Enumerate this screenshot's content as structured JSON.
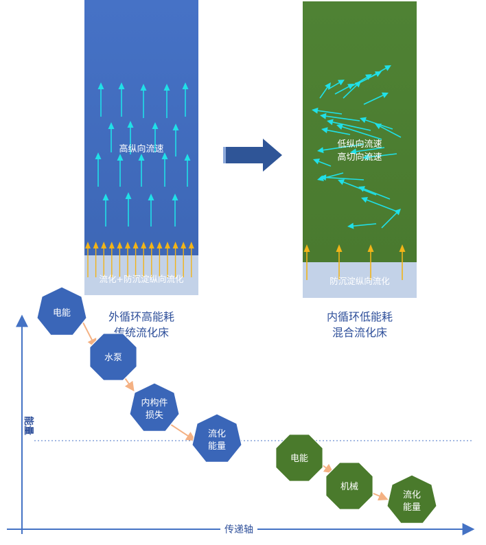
{
  "left_column": {
    "center_label": "高纵向流速",
    "base_label": "流化+防沉淀纵向流化",
    "caption_line1": "外循环高能耗",
    "caption_line2": "传统流化床"
  },
  "right_column": {
    "center_label_line1": "低纵向流速",
    "center_label_line2": "高切向流速",
    "base_label": "防沉淀纵向流化",
    "caption_line1": "内循环低能耗",
    "caption_line2": "混合流化床"
  },
  "energy_chart": {
    "y_axis_label": "能量",
    "x_axis_label": "传递轴",
    "blue_chain": [
      {
        "line1": "电能",
        "line2": ""
      },
      {
        "line1": "水泵",
        "line2": ""
      },
      {
        "line1": "内构件",
        "line2": "损失"
      },
      {
        "line1": "流化",
        "line2": "能量"
      }
    ],
    "green_chain": [
      {
        "line1": "电能",
        "line2": ""
      },
      {
        "line1": "机械",
        "line2": ""
      },
      {
        "line1": "流化",
        "line2": "能量"
      }
    ]
  },
  "colors": {
    "blue_column": "#3f6fc4",
    "green_column": "#4e7f32",
    "base_band": "#c3d2e8",
    "cyan_arrow": "#20e0e8",
    "yellow_arrow": "#f2b418",
    "blue_node": "#3a66b8",
    "green_node": "#4a7a2c",
    "connector": "#f4b183",
    "axis": "#4472c4",
    "caption": "#2e4f9a"
  }
}
